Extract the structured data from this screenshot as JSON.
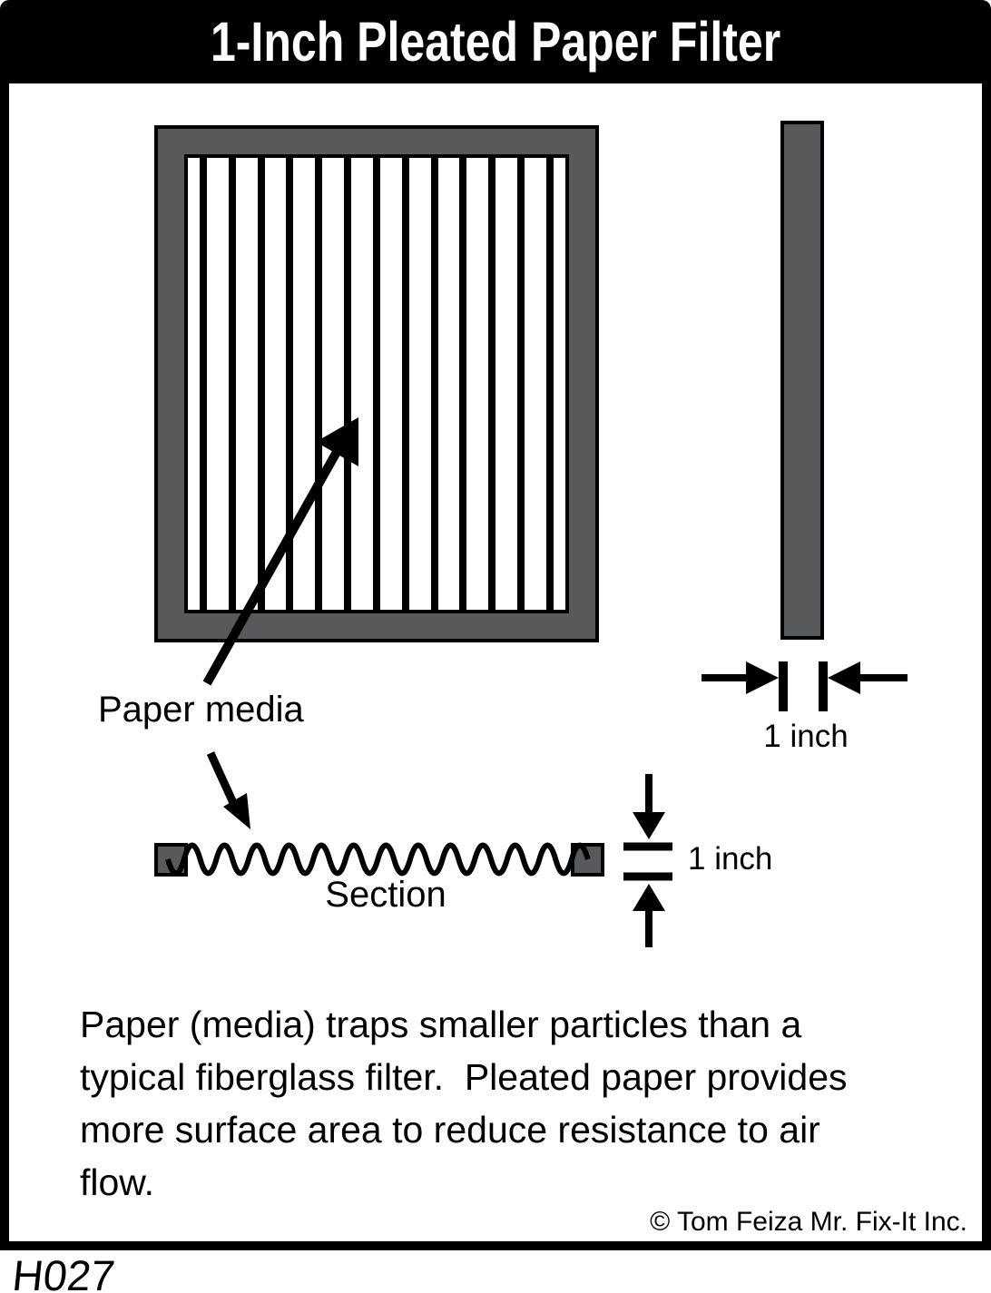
{
  "title": "1-Inch Pleated Paper Filter",
  "doc_code": "H027",
  "copyright": "©  Tom Feiza Mr. Fix-It Inc.",
  "labels": {
    "paper_media": "Paper media",
    "section": "Section",
    "side_width": "1 inch",
    "section_thickness": "1 inch"
  },
  "description": "Paper (media) traps smaller particles than a\ntypical fiberglass filter.  Pleated paper provides\nmore surface area to reduce resistance to air\nflow.",
  "diagram": {
    "front_view": {
      "pleat_count": 13
    },
    "side_view": {
      "width_label": "1 inch"
    },
    "section_view": {
      "thickness_label": "1 inch"
    }
  },
  "colors": {
    "frame_gray": "#58595B",
    "line_black": "#000000",
    "background": "#FFFFFF",
    "title_bar_bg": "#000000",
    "title_text": "#FFFFFF"
  }
}
